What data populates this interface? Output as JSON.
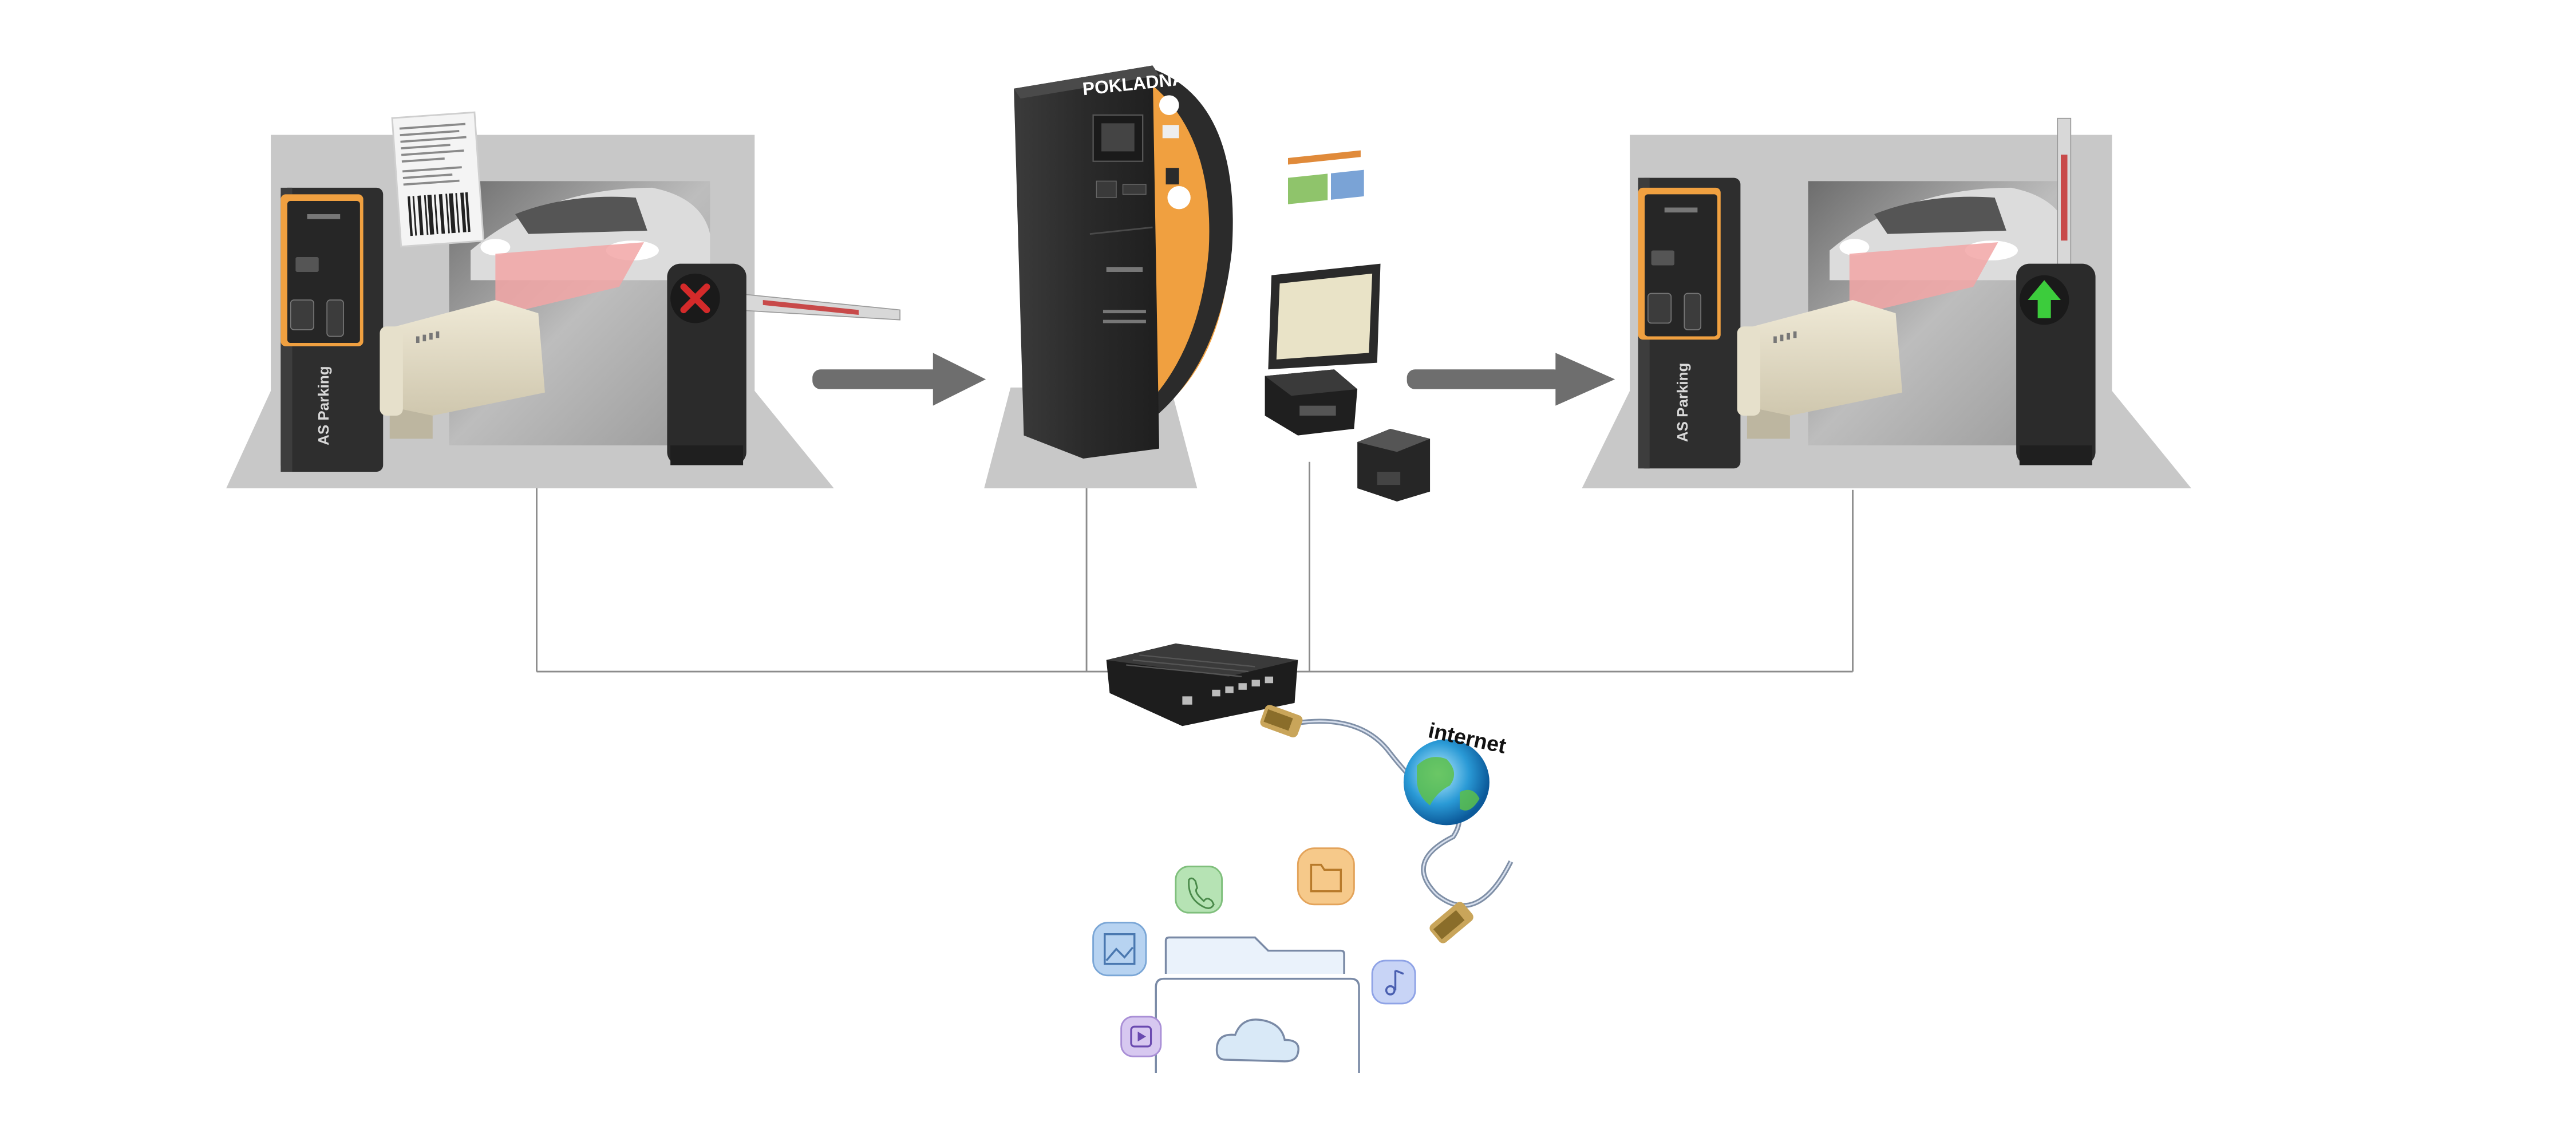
{
  "diagram": {
    "kiosk_sign": "POKLADNA",
    "terminal_brand": "AS Parking",
    "globe_label": "internet",
    "entry_signal": "stop",
    "exit_signal": "go",
    "colors": {
      "platform": "#c8c8c8",
      "arrow": "#6e6e6e",
      "connector_line": "#8c8c8c",
      "device_body": "#2e2e2e",
      "accent_orange": "#f0a040",
      "stop_red": "#d42a2a",
      "go_green": "#3ccc3c",
      "barrier_red": "#c84a4a",
      "laser_pink": "#f2a6a6"
    },
    "icons": [
      "parking-ticket-icon",
      "car-photo-icon",
      "camera-icon",
      "barrier-icon",
      "payment-kiosk-icon",
      "pos-terminal-icon",
      "printer-icon",
      "server-box-icon",
      "ethernet-cable-icon",
      "globe-icon",
      "phone-icon",
      "folder-icon",
      "image-icon",
      "music-icon",
      "video-icon",
      "cloud-icon"
    ]
  }
}
